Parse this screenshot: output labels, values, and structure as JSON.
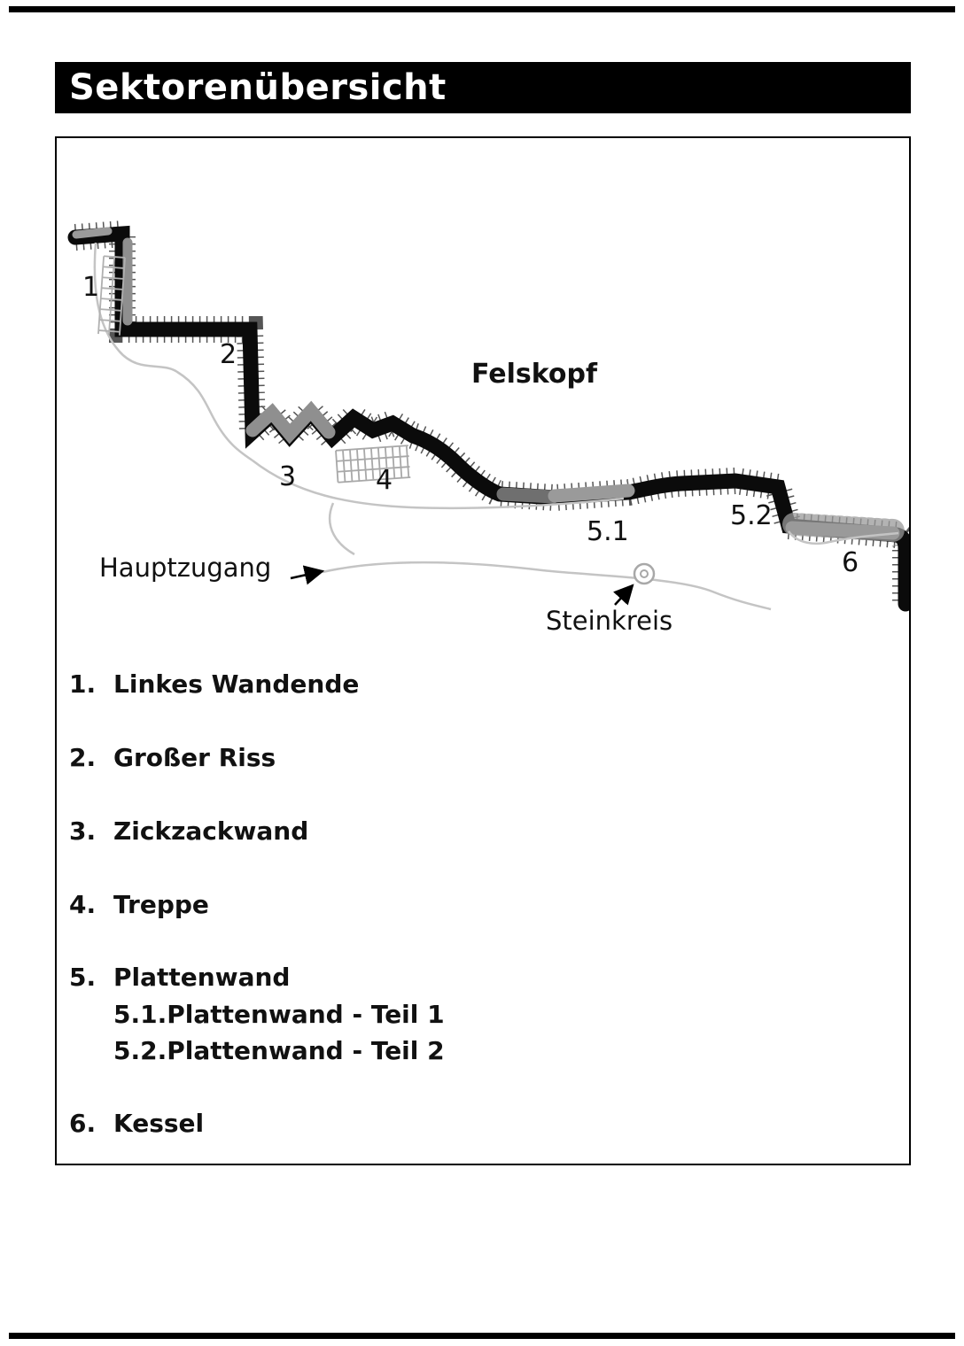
{
  "page": {
    "title": "Sektorenübersicht"
  },
  "map": {
    "area_label": "Felskopf",
    "access_label": "Hauptzugang",
    "stone_circle_label": "Steinkreis",
    "markers": [
      {
        "label": "1"
      },
      {
        "label": "2"
      },
      {
        "label": "3"
      },
      {
        "label": "4"
      },
      {
        "label": "5.1"
      },
      {
        "label": "5.2"
      },
      {
        "label": "6"
      }
    ]
  },
  "legend": {
    "rows": [
      {
        "num": "1.",
        "label": "Linkes Wandende"
      },
      {
        "num": "2.",
        "label": "Großer Riss"
      },
      {
        "num": "3.",
        "label": "Zickzackwand"
      },
      {
        "num": "4.",
        "label": "Treppe"
      },
      {
        "num": "5.",
        "label": "Plattenwand"
      },
      {
        "num": "5.1.",
        "label": "Plattenwand - Teil 1"
      },
      {
        "num": "5.2.",
        "label": "Plattenwand - Teil 2"
      },
      {
        "num": "6.",
        "label": "Kessel"
      }
    ]
  },
  "colors": {
    "rule": "#000000",
    "cliff_black": "#0b0b0b",
    "cliff_gray": "#8f8f8f",
    "trail_gray": "#c4c4c4"
  }
}
